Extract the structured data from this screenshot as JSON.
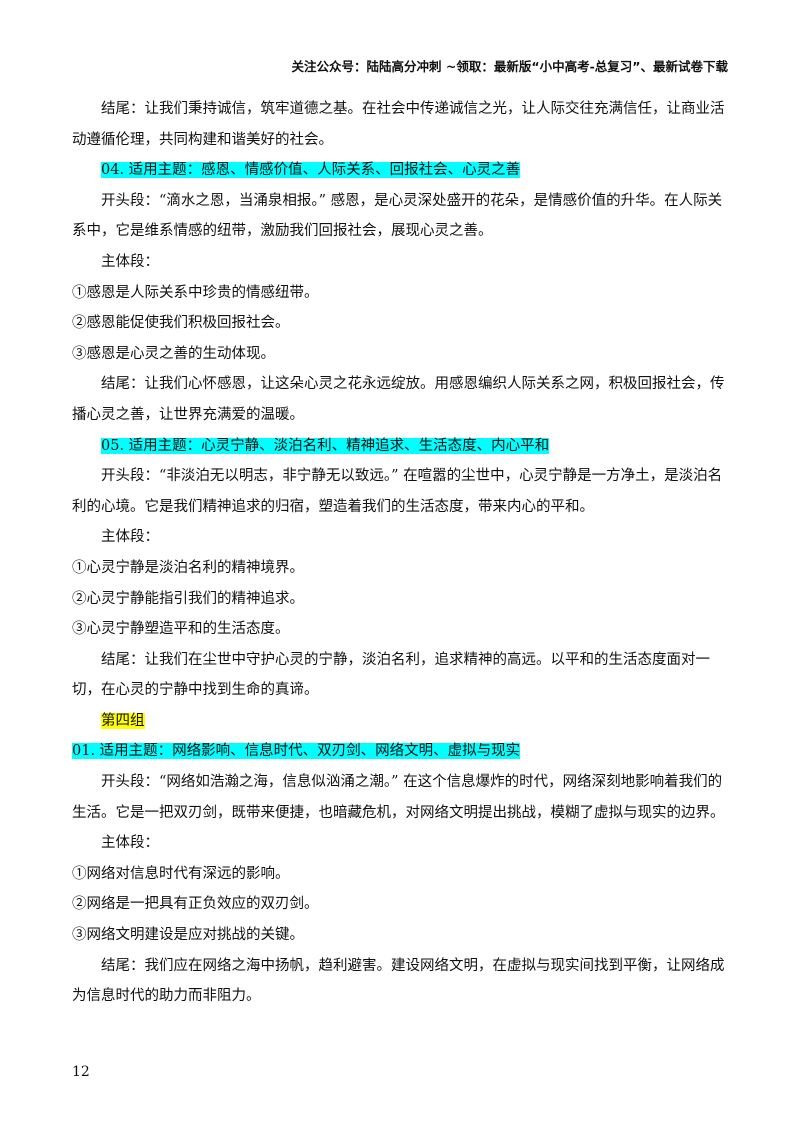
{
  "header": {
    "text": "关注公众号：陆陆高分冲刺 ~领取：最新版“小中高考-总复习”、最新试卷下载"
  },
  "blocks": [
    {
      "type": "para",
      "indent": true,
      "text": "结尾：让我们秉持诚信，筑牢道德之基。在社会中传递诚信之光，让人际交往充满信任，让商业活动遵循伦理，共同构建和谐美好的社会。"
    },
    {
      "type": "heading",
      "style": "cyan",
      "indent": true,
      "text": "04. 适用主题：感恩、情感价值、人际关系、回报社会、心灵之善"
    },
    {
      "type": "para",
      "indent": true,
      "text": "开头段：“滴水之恩，当涌泉相报。” 感恩，是心灵深处盛开的花朵，是情感价值的升华。在人际关系中，它是维系情感的纽带，激励我们回报社会，展现心灵之善。"
    },
    {
      "type": "para",
      "indent": true,
      "text": "主体段："
    },
    {
      "type": "para",
      "indent": false,
      "text": "①感恩是人际关系中珍贵的情感纽带。"
    },
    {
      "type": "para",
      "indent": false,
      "text": "②感恩能促使我们积极回报社会。"
    },
    {
      "type": "para",
      "indent": false,
      "text": "③感恩是心灵之善的生动体现。"
    },
    {
      "type": "para",
      "indent": true,
      "text": "结尾：让我们心怀感恩，让这朵心灵之花永远绽放。用感恩编织人际关系之网，积极回报社会，传播心灵之善，让世界充满爱的温暖。"
    },
    {
      "type": "heading",
      "style": "cyan",
      "indent": true,
      "text": "05. 适用主题：心灵宁静、淡泊名利、精神追求、生活态度、内心平和"
    },
    {
      "type": "para",
      "indent": true,
      "text": "开头段：“非淡泊无以明志，非宁静无以致远。” 在喧嚣的尘世中，心灵宁静是一方净土，是淡泊名利的心境。它是我们精神追求的归宿，塑造着我们的生活态度，带来内心的平和。"
    },
    {
      "type": "para",
      "indent": true,
      "text": "主体段："
    },
    {
      "type": "para",
      "indent": false,
      "text": "①心灵宁静是淡泊名利的精神境界。"
    },
    {
      "type": "para",
      "indent": false,
      "text": "②心灵宁静能指引我们的精神追求。"
    },
    {
      "type": "para",
      "indent": false,
      "text": "③心灵宁静塑造平和的生活态度。"
    },
    {
      "type": "para",
      "indent": true,
      "text": "结尾：让我们在尘世中守护心灵的宁静，淡泊名利，追求精神的高远。以平和的生活态度面对一切，在心灵的宁静中找到生命的真谛。"
    },
    {
      "type": "heading",
      "style": "yellow",
      "indent": true,
      "text": "第四组"
    },
    {
      "type": "heading",
      "style": "cyan",
      "indent": false,
      "text": "01. 适用主题：网络影响、信息时代、双刃剑、网络文明、虚拟与现实"
    },
    {
      "type": "para",
      "indent": true,
      "text": "开头段：“网络如浩瀚之海，信息似汹涌之潮。” 在这个信息爆炸的时代，网络深刻地影响着我们的生活。它是一把双刃剑，既带来便捷，也暗藏危机，对网络文明提出挑战，模糊了虚拟与现实的边界。"
    },
    {
      "type": "para",
      "indent": true,
      "text": "主体段："
    },
    {
      "type": "para",
      "indent": false,
      "text": "①网络对信息时代有深远的影响。"
    },
    {
      "type": "para",
      "indent": false,
      "text": "②网络是一把具有正负效应的双刃剑。"
    },
    {
      "type": "para",
      "indent": false,
      "text": "③网络文明建设是应对挑战的关键。"
    },
    {
      "type": "para",
      "indent": true,
      "text": "结尾：我们应在网络之海中扬帆，趋利避害。建设网络文明，在虚拟与现实间找到平衡，让网络成为信息时代的助力而非阻力。"
    }
  ],
  "page_number": "12"
}
